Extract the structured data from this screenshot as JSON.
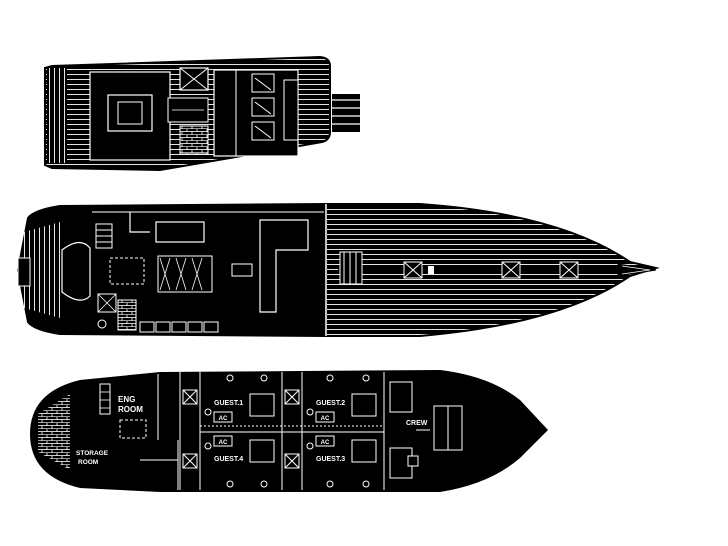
{
  "decks": {
    "upper": {},
    "main": {},
    "lower": {
      "labels": {
        "eng_room_line1": "ENG",
        "eng_room_line2": "ROOM",
        "storage_line1": "STORAGE",
        "storage_line2": "ROOM",
        "guest1": "GUEST.1",
        "guest2": "GUEST.2",
        "guest3": "GUEST.3",
        "guest4": "GUEST.4",
        "crew": "CREW",
        "ac": "AC"
      }
    }
  },
  "colors": {
    "hull": "#000000",
    "line": "#ffffff",
    "background": "#ffffff"
  }
}
